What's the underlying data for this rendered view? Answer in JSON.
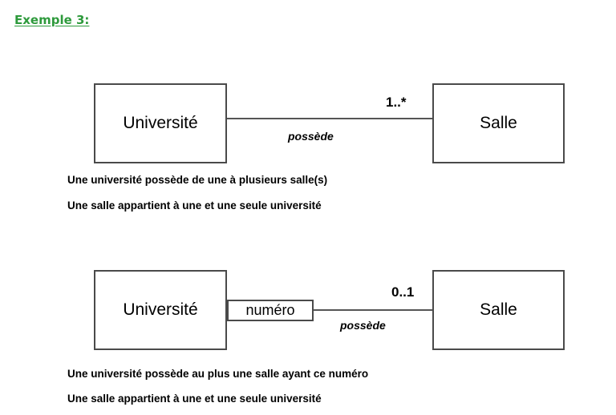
{
  "heading": "Exemple 3:",
  "diagram1": {
    "left_class": "Université",
    "right_class": "Salle",
    "multiplicity": "1..*",
    "association": "possède",
    "caption_lines": [
      "Une université possède de une à plusieurs salle(s)",
      "Une salle appartient à une et une seule université"
    ]
  },
  "diagram2": {
    "left_class": "Université",
    "qualifier": "numéro",
    "right_class": "Salle",
    "multiplicity": "0..1",
    "association": "possède",
    "caption_lines": [
      "Une université possède au plus une salle ayant ce numéro",
      "Une salle appartient à une et une seule université"
    ]
  },
  "colors": {
    "heading": "#2e9a3c",
    "box_border": "#4a4a4a"
  }
}
